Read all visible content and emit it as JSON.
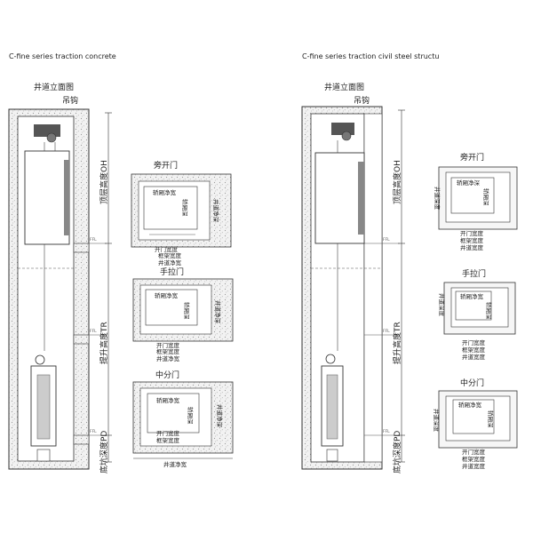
{
  "left": {
    "title": "C-fine series traction concrete",
    "elevation_title": "井道立面图",
    "hook": "吊钩",
    "oh": "顶层高度OH",
    "tr": "提升高度TR",
    "pd": "底坑深度PD",
    "ffl": "FFL",
    "plans": [
      {
        "title": "旁开门",
        "car": "轿厢净宽",
        "car_depth": "轿厢深",
        "hw_depth": "井道净深",
        "door": "开门宽度",
        "frame": "框架宽度",
        "hw_width": "井道净宽"
      },
      {
        "title": "手拉门",
        "car": "轿厢净宽",
        "car_depth": "轿厢深",
        "hw_depth": "井道净深",
        "door": "开门宽度",
        "frame": "框架宽度",
        "hw_width": "井道净宽"
      },
      {
        "title": "中分门",
        "car": "轿厢净宽",
        "car_depth": "轿厢深",
        "hw_depth": "井道净深",
        "door": "开门宽度",
        "frame": "框架宽度",
        "hw_width": "井道净宽"
      }
    ]
  },
  "right": {
    "title": "C-fine series traction civil steel structu",
    "elevation_title": "井道立面图",
    "hook": "吊钩",
    "oh": "顶层高度OH",
    "tr": "提升高度TR",
    "pd": "底坑深度PD",
    "ffl": "FFL",
    "plans": [
      {
        "title": "旁开门",
        "car": "轿厢净深",
        "car_depth": "轿厢深",
        "hw_depth": "井道深度",
        "door": "开门宽度",
        "frame": "框架宽度",
        "hw_width": "井道宽度"
      },
      {
        "title": "手拉门",
        "car": "轿厢净宽",
        "car_depth": "轿厢深",
        "hw_depth": "井道深度",
        "door": "开门宽度",
        "frame": "框架宽度",
        "hw_width": "井道宽度"
      },
      {
        "title": "中分门",
        "car": "轿厢净宽",
        "car_depth": "轿厢深",
        "hw_depth": "井道深度",
        "door": "开门宽度",
        "frame": "框架宽度",
        "hw_width": "井道宽度"
      }
    ]
  }
}
